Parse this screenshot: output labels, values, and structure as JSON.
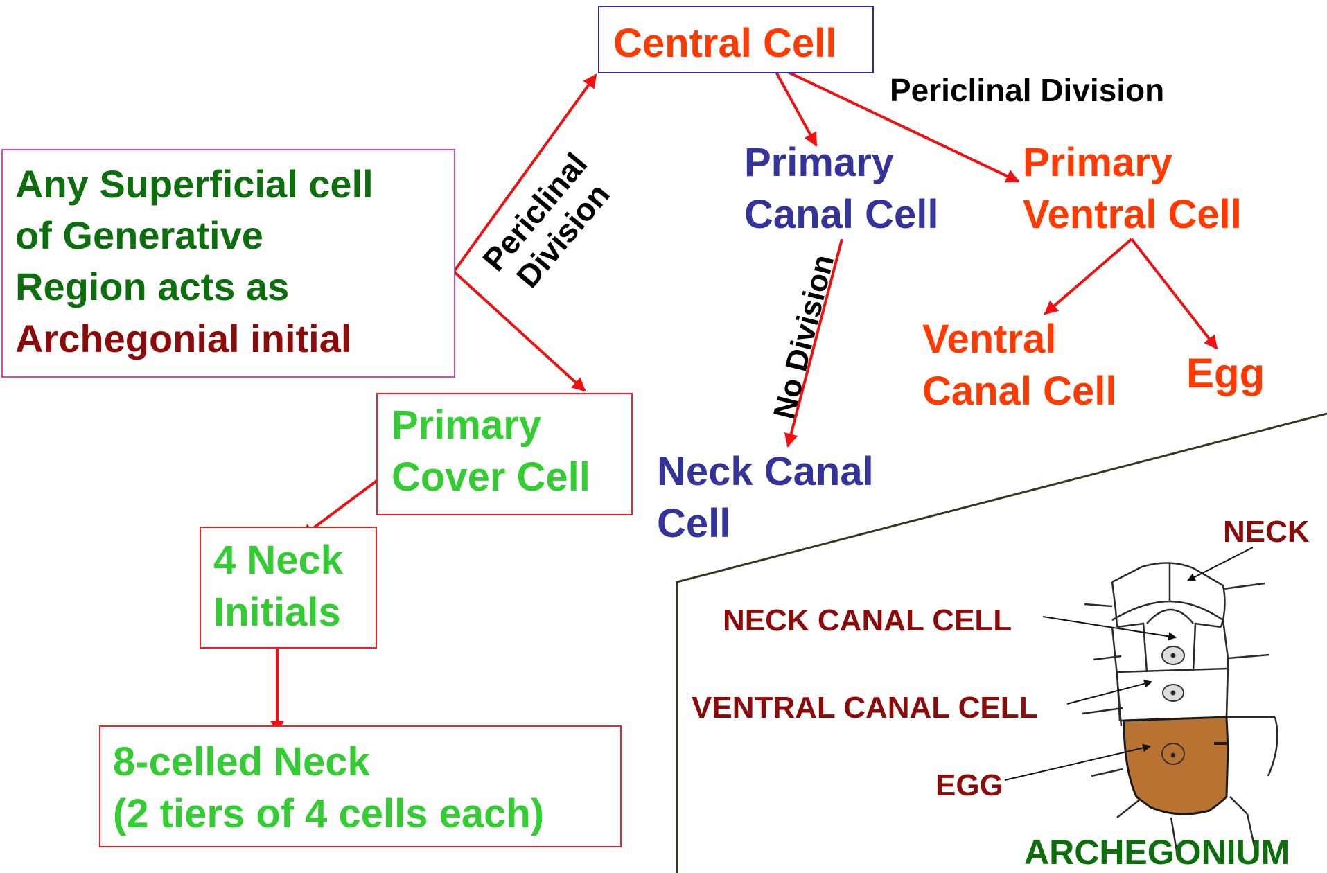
{
  "colors": {
    "arrow": "#ee1111",
    "dark_green": "#0d6e0d",
    "maroon": "#8b0a0a",
    "orange_red": "#ff3a00",
    "navy": "#333399",
    "light_green": "#33cc33",
    "egg_fill": "#b87333"
  },
  "boxes": {
    "archegonial_initial": {
      "line1": "Any Superficial cell",
      "line2": "of Generative",
      "line3": "Region acts as",
      "line4": "Archegonial initial"
    },
    "central_cell": "Central Cell",
    "primary_cover_cell": {
      "line1": "Primary",
      "line2": "Cover Cell"
    },
    "neck_initials": {
      "line1": "4 Neck",
      "line2": "Initials"
    },
    "eight_celled_neck": {
      "line1": "8-celled Neck",
      "line2": "(2 tiers of 4 cells each)"
    }
  },
  "cells": {
    "primary_canal_cell": {
      "line1": "Primary",
      "line2": "Canal Cell"
    },
    "primary_ventral_cell": {
      "line1": "Primary",
      "line2": "Ventral Cell"
    },
    "ventral_canal_cell": {
      "line1": "Ventral",
      "line2": "Canal Cell"
    },
    "egg": "Egg",
    "neck_canal_cell": {
      "line1": "Neck Canal",
      "line2": "Cell"
    }
  },
  "divisions": {
    "periclinal_top": "Periclinal Division",
    "periclinal_rotated_line1": "Periclinal",
    "periclinal_rotated_line2": "Division",
    "no_division": "No Division"
  },
  "figure": {
    "neck": "NECK",
    "neck_canal_cell": "NECK CANAL CELL",
    "ventral_canal_cell": "VENTRAL CANAL CELL",
    "egg": "EGG",
    "caption": "ARCHEGONIUM"
  }
}
